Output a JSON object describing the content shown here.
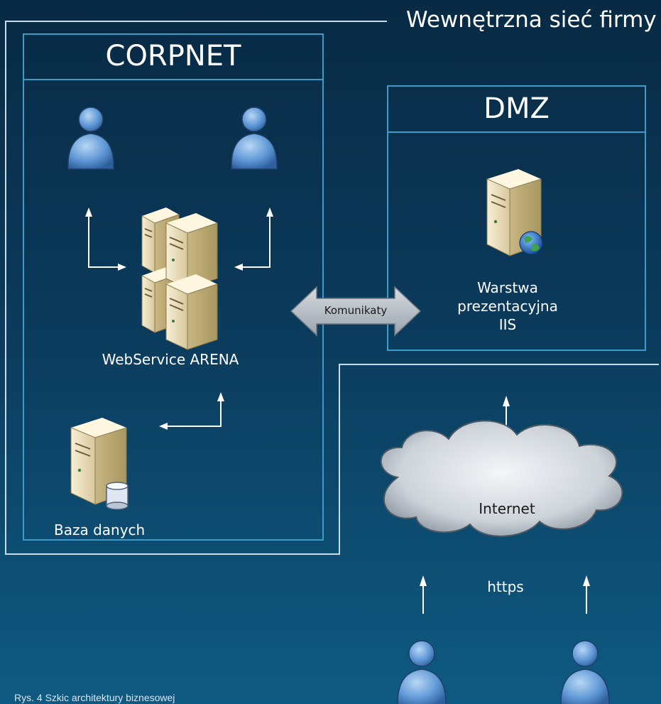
{
  "outer_label": "Wewnętrzna sieć firmy",
  "corpnet": {
    "title": "CORPNET",
    "server_label": "WebService ARENA",
    "db_label": "Baza danych"
  },
  "dmz": {
    "title": "DMZ",
    "label_lines": [
      "Warstwa",
      "prezentacyjna",
      "IIS"
    ]
  },
  "link_label": "Komunikaty",
  "internet": {
    "label": "Internet",
    "protocol": "https"
  },
  "caption": "Rys. 4 Szkic architektury biznesowej",
  "icons": [
    "user-icon",
    "server-cluster-icon",
    "web-server-icon",
    "database-server-icon",
    "cloud-icon"
  ],
  "colors": {
    "line": "#c8dbe8",
    "box_border": "#3d9bc8",
    "user_fill": "#5a95d4",
    "server_fill": "#efe2bf",
    "arrow_fill": "#b7bfc7",
    "cloud_fill": "#dfe3e7"
  }
}
